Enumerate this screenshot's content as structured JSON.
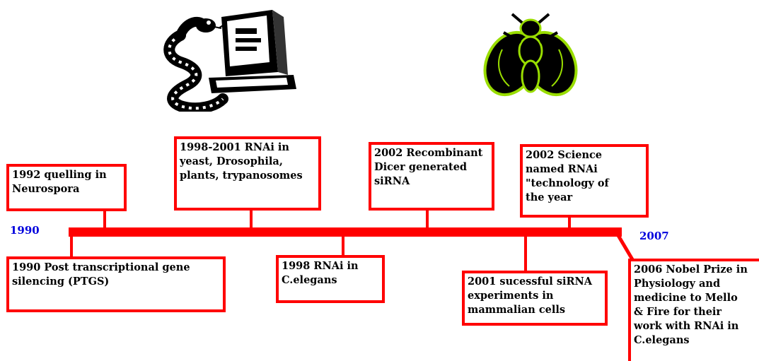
{
  "colors": {
    "line": "#ff0000",
    "year": "#0000dd",
    "text": "#000000",
    "bee_glow": "#99dd00"
  },
  "images": [
    {
      "name": "snake-computer-clipart"
    },
    {
      "name": "fly-clipart"
    }
  ],
  "timeline": {
    "start_year": "1990",
    "end_year": "2007",
    "events_above": [
      {
        "text": "1992 quelling in\nNeurospora"
      },
      {
        "text": "1998-2001 RNAi in\nyeast, Drosophila,\nplants, trypanosomes"
      },
      {
        "text": "2002 Recombinant\nDicer generated\nsiRNA"
      },
      {
        "text": "2002 Science\nnamed RNAi\n\"technology of\nthe year"
      }
    ],
    "events_below": [
      {
        "text": "1990 Post transcriptional gene\nsilencing (PTGS)"
      },
      {
        "text": "1998 RNAi in\nC.elegans"
      },
      {
        "text": "2001 sucessful siRNA\nexperiments in\nmammalian cells"
      },
      {
        "text": "2006 Nobel Prize in\nPhysiology and\nmedicine to Mello\n& Fire for their\nwork with RNAi in\nC.elegans"
      }
    ]
  }
}
